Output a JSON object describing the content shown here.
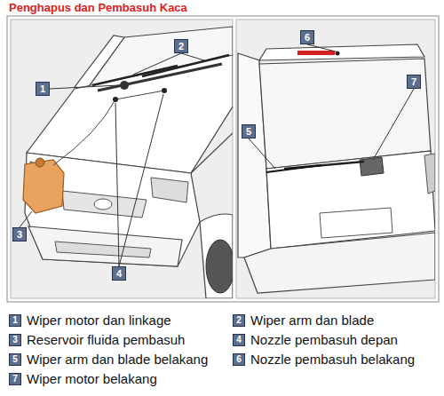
{
  "diagram": {
    "title": "Penghapus dan Pembasuh Kaca",
    "labels": [
      "2",
      "1",
      "6",
      "7",
      "5",
      "3",
      "4",
      "1",
      "Wiper motor dan linkage",
      "2",
      "Wiper arm dan blade",
      "3",
      "Reservoir fluida pembasuh",
      "4",
      "Nozzle pembasuh depan",
      "5",
      "Wiper arm dan blade belakang",
      "6",
      "Nozzle pembasuh belakang",
      "7",
      "Wiper motor belakang"
    ]
  }
}
